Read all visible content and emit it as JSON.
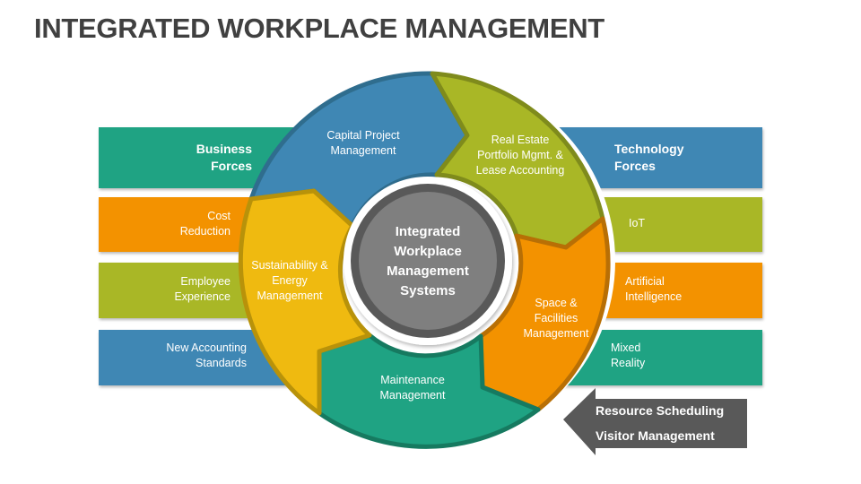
{
  "title": "INTEGRATED WORKPLACE MANAGEMENT",
  "colors": {
    "teal": "#1fa383",
    "orange": "#f39200",
    "olive": "#a9b726",
    "blue": "#3f87b4",
    "yellow": "#efba10",
    "gray_core": "#7f7f7f",
    "gray_callout": "#595959",
    "title": "#404040"
  },
  "left_panel": {
    "header": "Business Forces",
    "header_lines": [
      "Business",
      "Forces"
    ],
    "items": [
      {
        "lines": [
          "Cost",
          "Reduction"
        ]
      },
      {
        "lines": [
          "Employee",
          "Experience"
        ]
      },
      {
        "lines": [
          "New Accounting",
          "Standards"
        ]
      }
    ]
  },
  "right_panel": {
    "header": "Technology Forces",
    "header_lines": [
      "Technology",
      "Forces"
    ],
    "items": [
      {
        "lines": [
          "IoT"
        ]
      },
      {
        "lines": [
          "Artificial",
          "Intelligence"
        ]
      },
      {
        "lines": [
          "Mixed",
          "Reality"
        ]
      }
    ]
  },
  "cycle": {
    "center": {
      "lines": [
        "Integrated",
        "Workplace",
        "Management",
        "Systems"
      ]
    },
    "segments": [
      {
        "name": "capital-project",
        "lines": [
          "Capital Project",
          "Management"
        ]
      },
      {
        "name": "real-estate",
        "lines": [
          "Real Estate",
          "Portfolio Mgmt. &",
          "Lease Accounting"
        ]
      },
      {
        "name": "space-facilities",
        "lines": [
          "Space &",
          "Facilities",
          "Management"
        ]
      },
      {
        "name": "maintenance",
        "lines": [
          "Maintenance",
          "Management"
        ]
      },
      {
        "name": "sustainability",
        "lines": [
          "Sustainability &",
          "Energy",
          "Management"
        ]
      }
    ]
  },
  "callout": {
    "lines": [
      "Resource Scheduling",
      "Visitor Management"
    ]
  }
}
